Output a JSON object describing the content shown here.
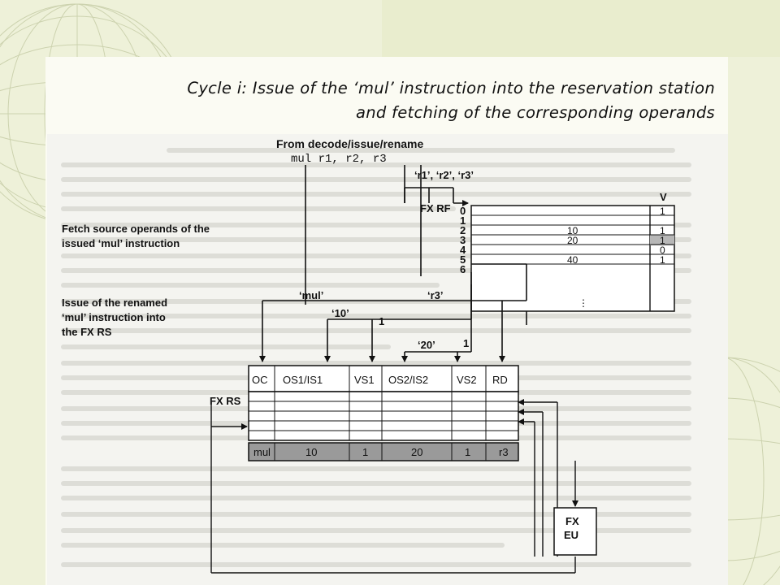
{
  "slide": {
    "title_line1": "Cycle i: Issue of the ‘mul’ instruction into the reservation station",
    "title_line2": "and fetching of the corresponding operands"
  },
  "figure": {
    "from_decode_label": "From decode/issue/rename",
    "instruction": "mul r1, r2, r3",
    "regs_label": "‘r1’, ‘r2’, ‘r3’",
    "fetch_note_1": "Fetch source operands of the",
    "fetch_note_2": "issued ‘mul’ instruction",
    "regfile": {
      "label": "FX RF",
      "v_header": "V",
      "dots": "⋮",
      "rows": [
        {
          "index": "0",
          "value": "",
          "v": "1"
        },
        {
          "index": "1",
          "value": "",
          "v": ""
        },
        {
          "index": "2",
          "value": "10",
          "v": "1"
        },
        {
          "index": "3",
          "value": "20",
          "v": "1"
        },
        {
          "index": "4",
          "value": "",
          "v": "0"
        },
        {
          "index": "5",
          "value": "40",
          "v": "1"
        },
        {
          "index": "6",
          "value": "",
          "v": ""
        }
      ]
    },
    "issue_note_1": "Issue of the renamed",
    "issue_note_2": "‘mul’ instruction into",
    "issue_note_3": "the FX RS",
    "wire_mul": "‘mul’",
    "wire_r3": "‘r3’",
    "wire_10": "‘10’",
    "wire_1a": "1",
    "wire_20": "‘20’",
    "wire_1b": "1",
    "rs": {
      "label": "FX RS",
      "headers": [
        "OC",
        "OS1/IS1",
        "VS1",
        "OS2/IS2",
        "VS2",
        "RD"
      ],
      "entry": [
        "mul",
        "10",
        "1",
        "20",
        "1",
        "r3"
      ]
    },
    "eu_line1": "FX",
    "eu_line2": "EU"
  }
}
